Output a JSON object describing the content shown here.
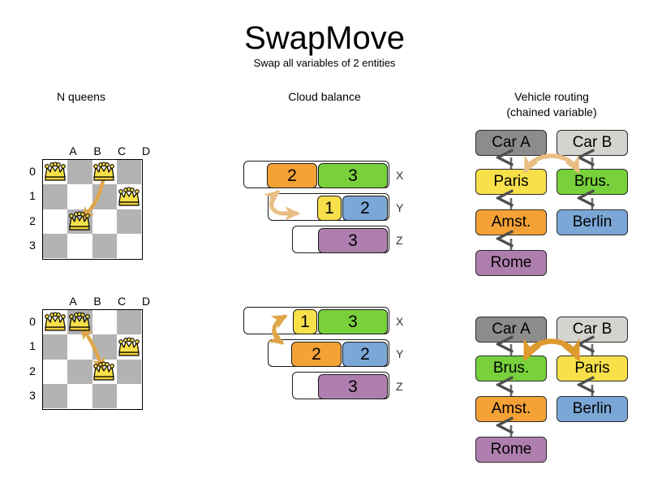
{
  "header": {
    "title": "SwapMove",
    "subtitle": "Swap all variables of 2 entities"
  },
  "columns": [
    {
      "id": "n-queens",
      "label": "N queens"
    },
    {
      "id": "cloud-balance",
      "label": "Cloud balance"
    },
    {
      "id": "vehicle-routing",
      "label": "Vehicle routing",
      "label2": "(chained variable)"
    }
  ],
  "colors": {
    "orange": "#F4A236",
    "green": "#78D13B",
    "yellow": "#F7E04A",
    "blue": "#7BA7D7",
    "purple": "#AE7FAE",
    "gray_dark": "#8C8C8C",
    "gray_light": "#D3D3CF",
    "board_dark": "#B3B3B3",
    "board_light": "#FFFFFF",
    "arrow": "#E0A64A",
    "arrow_light": "#E8BE84",
    "queen_gold": "#F2D23A"
  },
  "n_queens": {
    "files": [
      "A",
      "B",
      "C",
      "D"
    ],
    "ranks": [
      "0",
      "1",
      "2",
      "3"
    ],
    "before": {
      "caption": "before-swap-board",
      "queens": [
        {
          "file": "A",
          "rank": "0",
          "col": 0,
          "row": 0
        },
        {
          "file": "C",
          "rank": "0",
          "col": 2,
          "row": 0
        },
        {
          "file": "D",
          "rank": "1",
          "col": 3,
          "row": 1
        },
        {
          "file": "B",
          "rank": "2",
          "col": 1,
          "row": 2
        }
      ],
      "move": {
        "from": "C0",
        "to": "B2",
        "style": "single-headed"
      }
    },
    "after": {
      "caption": "after-swap-board",
      "queens": [
        {
          "file": "A",
          "rank": "0",
          "col": 0,
          "row": 0
        },
        {
          "file": "B",
          "rank": "0",
          "col": 1,
          "row": 0
        },
        {
          "file": "D",
          "rank": "1",
          "col": 3,
          "row": 1
        },
        {
          "file": "C",
          "rank": "2",
          "col": 2,
          "row": 2
        }
      ],
      "move": {
        "from": "B0",
        "to": "C2",
        "style": "double-headed"
      }
    }
  },
  "cloud_balance": {
    "before": {
      "caption": "before-swap-bars",
      "computers": [
        {
          "label": "X",
          "processes": [
            {
              "value": "2",
              "color": "orange"
            },
            {
              "value": "3",
              "color": "green"
            }
          ]
        },
        {
          "label": "Y",
          "processes": [
            {
              "value": "1",
              "color": "yellow"
            },
            {
              "value": "2",
              "color": "blue"
            }
          ]
        },
        {
          "label": "Z",
          "processes": [
            {
              "value": "3",
              "color": "purple"
            }
          ]
        }
      ],
      "move": {
        "from": "Y-yellow-1",
        "to": "X-orange-2",
        "style": "swap-curve"
      }
    },
    "after": {
      "caption": "after-swap-bars",
      "computers": [
        {
          "label": "X",
          "processes": [
            {
              "value": "1",
              "color": "yellow"
            },
            {
              "value": "3",
              "color": "green"
            }
          ]
        },
        {
          "label": "Y",
          "processes": [
            {
              "value": "2",
              "color": "orange"
            },
            {
              "value": "2",
              "color": "blue"
            }
          ]
        },
        {
          "label": "Z",
          "processes": [
            {
              "value": "3",
              "color": "purple"
            }
          ]
        }
      ],
      "move": {
        "from": "X-yellow-1",
        "to": "Y-orange-2",
        "style": "double-headed"
      }
    }
  },
  "vehicle_routing": {
    "before": {
      "caption": "before-swap-routes",
      "routes": [
        {
          "vehicle": "Car A",
          "vehicle_color": "gray_dark",
          "visits": [
            {
              "name": "Paris",
              "color": "yellow"
            },
            {
              "name": "Amst.",
              "color": "orange"
            },
            {
              "name": "Rome",
              "color": "purple"
            }
          ]
        },
        {
          "vehicle": "Car B",
          "vehicle_color": "gray_light",
          "visits": [
            {
              "name": "Brus.",
              "color": "green"
            },
            {
              "name": "Berlin",
              "color": "blue"
            }
          ]
        }
      ],
      "move": {
        "from": "Paris",
        "to": "Brus.",
        "style": "double-headed-light"
      }
    },
    "after": {
      "caption": "after-swap-routes",
      "routes": [
        {
          "vehicle": "Car A",
          "vehicle_color": "gray_dark",
          "visits": [
            {
              "name": "Brus.",
              "color": "green"
            },
            {
              "name": "Amst.",
              "color": "orange"
            },
            {
              "name": "Rome",
              "color": "purple"
            }
          ]
        },
        {
          "vehicle": "Car B",
          "vehicle_color": "gray_light",
          "visits": [
            {
              "name": "Paris",
              "color": "yellow"
            },
            {
              "name": "Berlin",
              "color": "blue"
            }
          ]
        }
      ],
      "move": {
        "from": "Brus.",
        "to": "Paris",
        "style": "double-headed-dark"
      }
    }
  }
}
